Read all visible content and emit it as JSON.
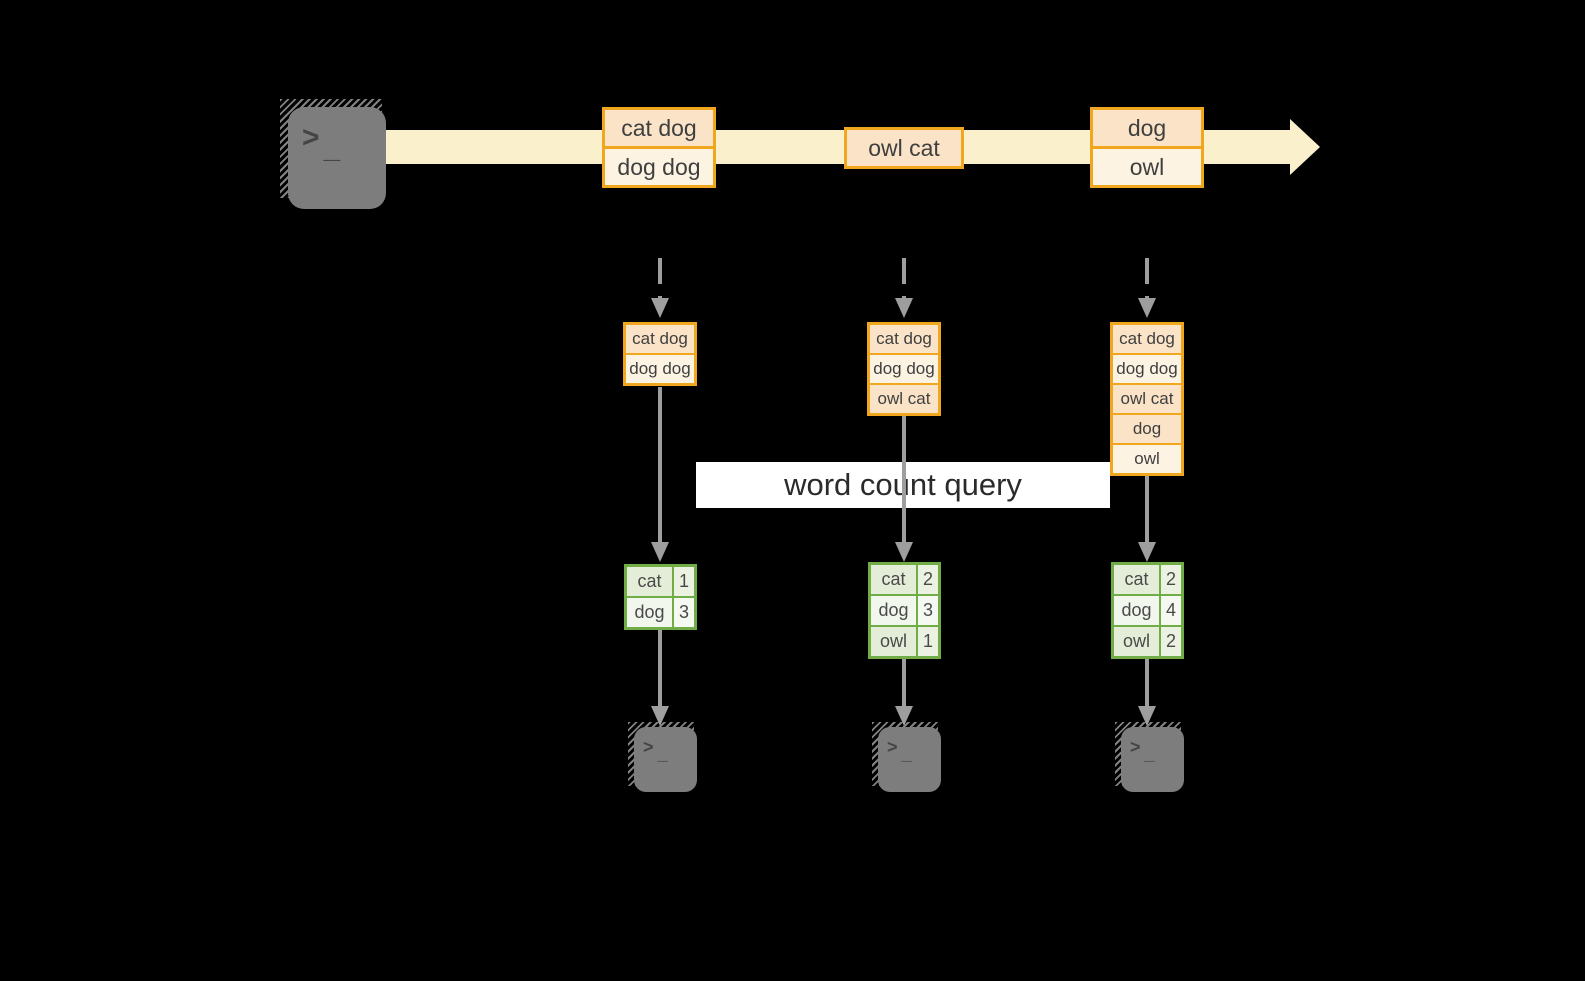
{
  "banner": {
    "label": "word count query"
  },
  "icons": {
    "prompt_chevron": ">",
    "prompt_cursor": "_"
  },
  "stream": {
    "messages": [
      {
        "rows": [
          "cat dog",
          "dog dog"
        ]
      },
      {
        "rows": [
          "owl cat"
        ]
      },
      {
        "rows": [
          "dog",
          "owl"
        ]
      }
    ]
  },
  "consumers": [
    {
      "buffer": [
        "cat dog",
        "dog dog"
      ],
      "counts": [
        {
          "word": "cat",
          "count": "1"
        },
        {
          "word": "dog",
          "count": "3"
        }
      ]
    },
    {
      "buffer": [
        "cat dog",
        "dog dog",
        "owl cat"
      ],
      "counts": [
        {
          "word": "cat",
          "count": "2"
        },
        {
          "word": "dog",
          "count": "3"
        },
        {
          "word": "owl",
          "count": "1"
        }
      ]
    },
    {
      "buffer": [
        "cat dog",
        "dog dog",
        "owl cat",
        "dog",
        "owl"
      ],
      "counts": [
        {
          "word": "cat",
          "count": "2"
        },
        {
          "word": "dog",
          "count": "4"
        },
        {
          "word": "owl",
          "count": "2"
        }
      ]
    }
  ],
  "colors": {
    "background": "#000000",
    "accent_amber": "#f0a71d",
    "message_peach": "#fae3c7",
    "message_cream": "#fdf3e3",
    "stream_band": "#fbf0cc",
    "table_green": "#70ad47",
    "arrow_gray": "#9e9e9e",
    "terminal_gray": "#7d7d7d"
  }
}
